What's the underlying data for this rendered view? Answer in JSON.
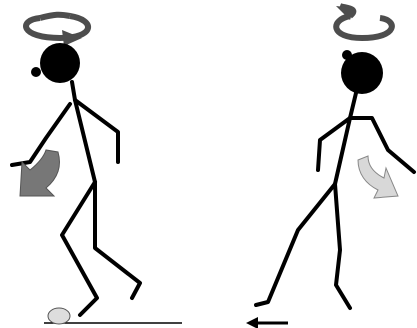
{
  "colors": {
    "figure": "#000000",
    "rotation_arrow": "#4d4d4d",
    "motion_arrow_dark": "#777777",
    "motion_arrow_light": "#d8d8d8",
    "ball_fill": "#dddddd",
    "ground": "#000000"
  },
  "figures": [
    {
      "name": "left-figure",
      "icon": "stick-figure",
      "rotation_arrow": "head-rotation-arrow-right",
      "motion_arrow": "downward-curved-arrow-left"
    },
    {
      "name": "right-figure",
      "icon": "stick-figure",
      "rotation_arrow": "head-rotation-arrow-left",
      "motion_arrow": "downward-curved-arrow-right"
    }
  ],
  "ground_items": {
    "ball": "ball-icon",
    "left_arrow": "left-arrow-icon"
  }
}
